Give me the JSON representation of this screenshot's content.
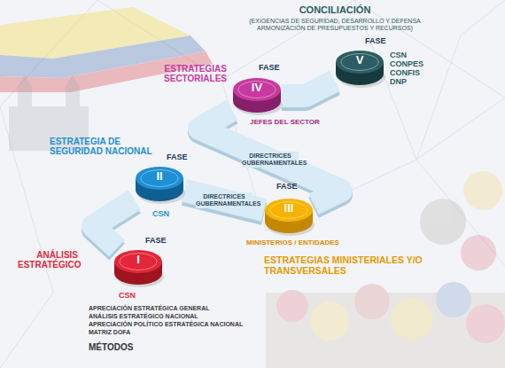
{
  "diagram": {
    "nodes": [
      {
        "text": [
          "ANÁLISIS ESTRATÉGICO",
          "FASE",
          "I",
          "CSN"
        ]
      },
      {
        "text": [
          "ESTRATEGIA DE SEGURIDAD NACIONAL",
          "FASE",
          "II",
          "CSN"
        ]
      },
      {
        "text": [
          "ESTRATEGIAS MINISTERIALES Y/O TRANSVERSALES",
          "FASE",
          "III",
          "MINISTERIOS / ENTIDADES"
        ]
      },
      {
        "text": [
          "ESTRATEGIAS SECTORIALES",
          "FASE",
          "IV",
          "JEFES DEL SECTOR"
        ]
      },
      {
        "text": [
          "CONCILIACIÓN",
          "(EXIGENCIAS DE SEGURIDAD, DESARROLLO Y DEFENSA ARMONIZACIÓN DE PRESUPUESTOS Y RECURSOS)",
          "FASE",
          "V",
          "CSN CONPES CONFIS DNP"
        ]
      }
    ],
    "edges": [
      {
        "from": 0,
        "to": 1,
        "arrow": "none"
      },
      {
        "from": 1,
        "to": 2,
        "label": "DIRECTRICES GUBERNAMENTALES",
        "arrow": "none"
      },
      {
        "from": 2,
        "to": 3,
        "label": "DIRECTRICES GUBERNAMENTALES",
        "arrow": "none"
      },
      {
        "from": 3,
        "to": 4,
        "arrow": "none"
      }
    ],
    "labels": [
      "APRECIACIÓN ESTRATÉGICA GENERAL",
      "ANÁLISIS ESTRATÉGICO NACIONAL",
      "APRECIACIÓN POLÍTICO ESTRATÉGICA NACIONAL",
      "MATRIZ DOFA",
      "MÉTODOS"
    ]
  }
}
